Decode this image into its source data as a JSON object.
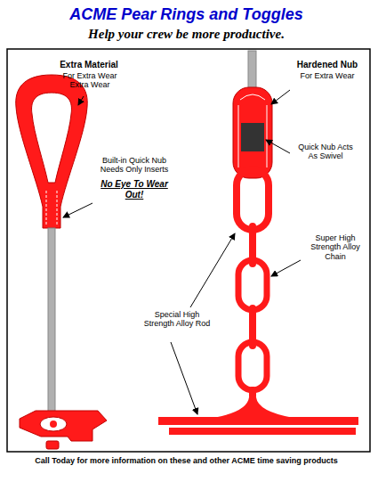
{
  "diagram": {
    "title": "ACME Pear Rings and Toggles",
    "caption": "Call Today for more information on these and other ACME time saving products",
    "labels": [
      "Help your crew be more productive.",
      "Extra Material",
      "For Extra Wear Extra Wear",
      "Hardened Nub",
      "For Extra Wear",
      "Built-in Quick Nub Needs Only Inserts",
      "No Eye To Wear Out!",
      "Quick Nub Acts As Swivel",
      "Super High Strength Alloy Chain",
      "Special High Strength Alloy Rod"
    ]
  }
}
